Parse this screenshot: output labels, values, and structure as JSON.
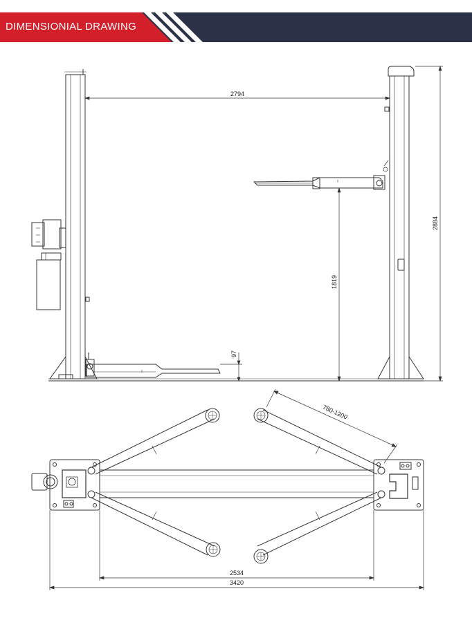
{
  "banner": {
    "title": "DIMENSIONIAL DRAWING",
    "colors": {
      "red": "#d31f2a",
      "navy": "#2b3146",
      "stripe": "#ffffff"
    }
  },
  "dimensions": {
    "column_span": "2794",
    "overall_height": "2884",
    "max_lift_height": "1819",
    "min_pad_height": "97",
    "arm_reach": "780-1200",
    "inner_width": "2534",
    "overall_width": "3420"
  },
  "line_color": "#333333"
}
